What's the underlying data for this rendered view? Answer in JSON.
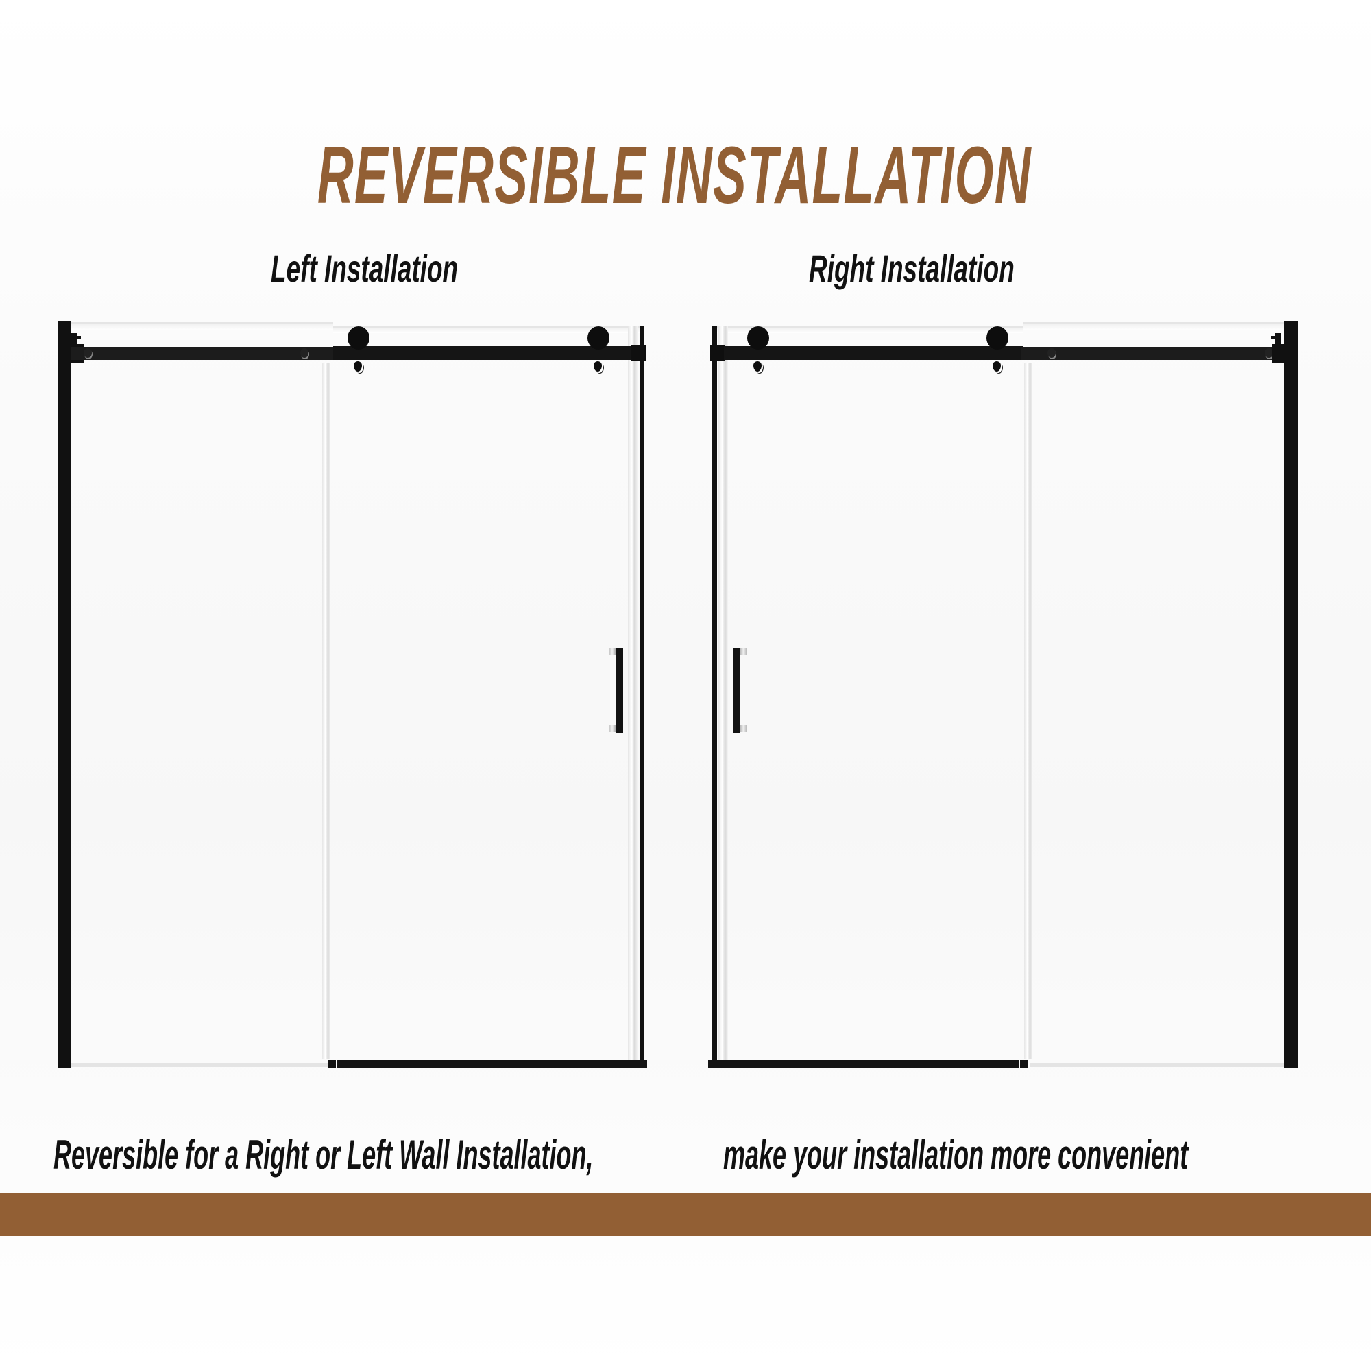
{
  "header": {
    "title": "REVERSIBLE INSTALLATION"
  },
  "panels": {
    "left": {
      "label": "Left Installation"
    },
    "right": {
      "label": "Right Installation"
    }
  },
  "footer": {
    "caption_part1": "Reversible for a Right or Left Wall Installation,",
    "caption_part2": "make your installation more convenient"
  },
  "colors": {
    "accent": "#925F34",
    "frame": "#111111",
    "text": "#111111"
  },
  "illustration": {
    "product": "sliding shower door",
    "finish": "matte black",
    "left_diagram": {
      "wall_side": "left",
      "sliding_panel_position": "right",
      "handle_side": "right"
    },
    "right_diagram": {
      "wall_side": "right",
      "sliding_panel_position": "left",
      "handle_side": "left"
    }
  }
}
